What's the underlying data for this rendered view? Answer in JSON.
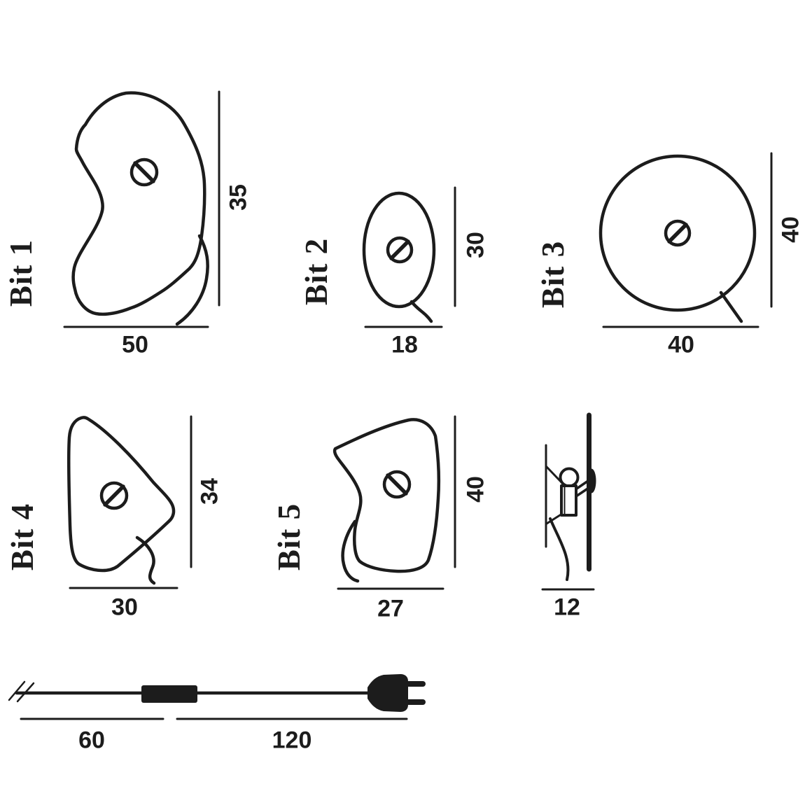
{
  "figures": [
    {
      "name": "Bit 1",
      "width": "50",
      "height": "35"
    },
    {
      "name": "Bit 2",
      "width": "18",
      "height": "30"
    },
    {
      "name": "Bit 3",
      "width": "40",
      "height": "40"
    },
    {
      "name": "Bit 4",
      "width": "30",
      "height": "34"
    },
    {
      "name": "Bit 5",
      "width": "27",
      "height": "40"
    }
  ],
  "side_view": {
    "depth": "12"
  },
  "cord": {
    "wall_cable_length": "60",
    "plug_cable_length": "120"
  },
  "colors": {
    "ink": "#1c1c1c",
    "background": "#ffffff"
  }
}
